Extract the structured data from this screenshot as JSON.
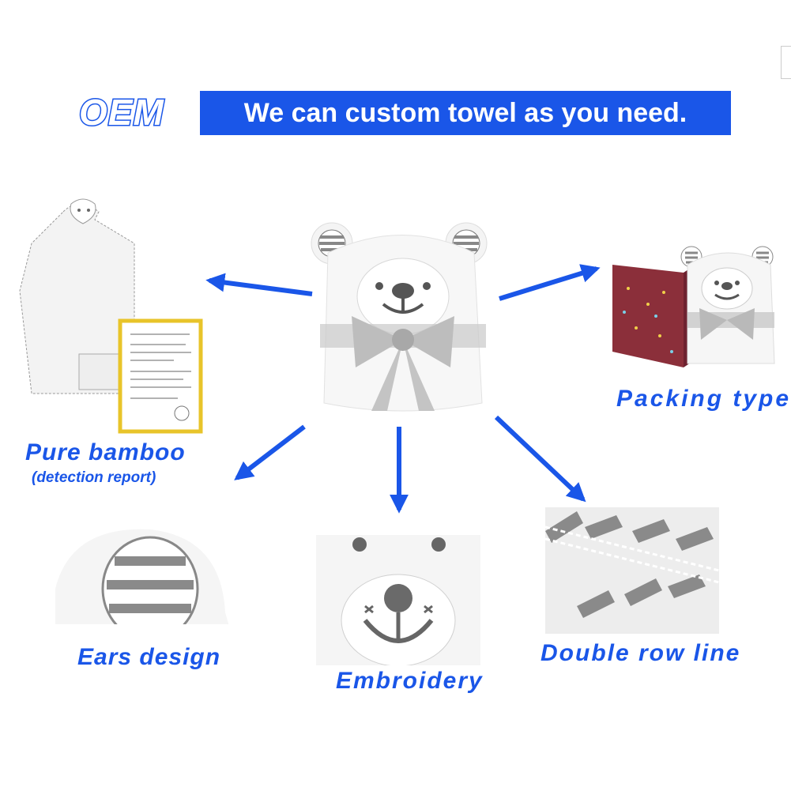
{
  "header": {
    "oem": "OEM",
    "banner": "We can custom towel as you need."
  },
  "labels": {
    "pure_bamboo": "Pure bamboo",
    "detection_report": "(detection report)",
    "packing_type": "Packing type",
    "ears_design": "Ears design",
    "embroidery": "Embroidery",
    "double_row_line": "Double row line"
  },
  "colors": {
    "accent": "#1a56e8",
    "stripe_gray": "#8a8a8a",
    "box_red": "#8b2f3a",
    "certificate_border": "#e8c42a"
  },
  "icons": [
    "arrow-icon",
    "bear-face-icon",
    "certificate-icon",
    "gift-box-icon"
  ]
}
